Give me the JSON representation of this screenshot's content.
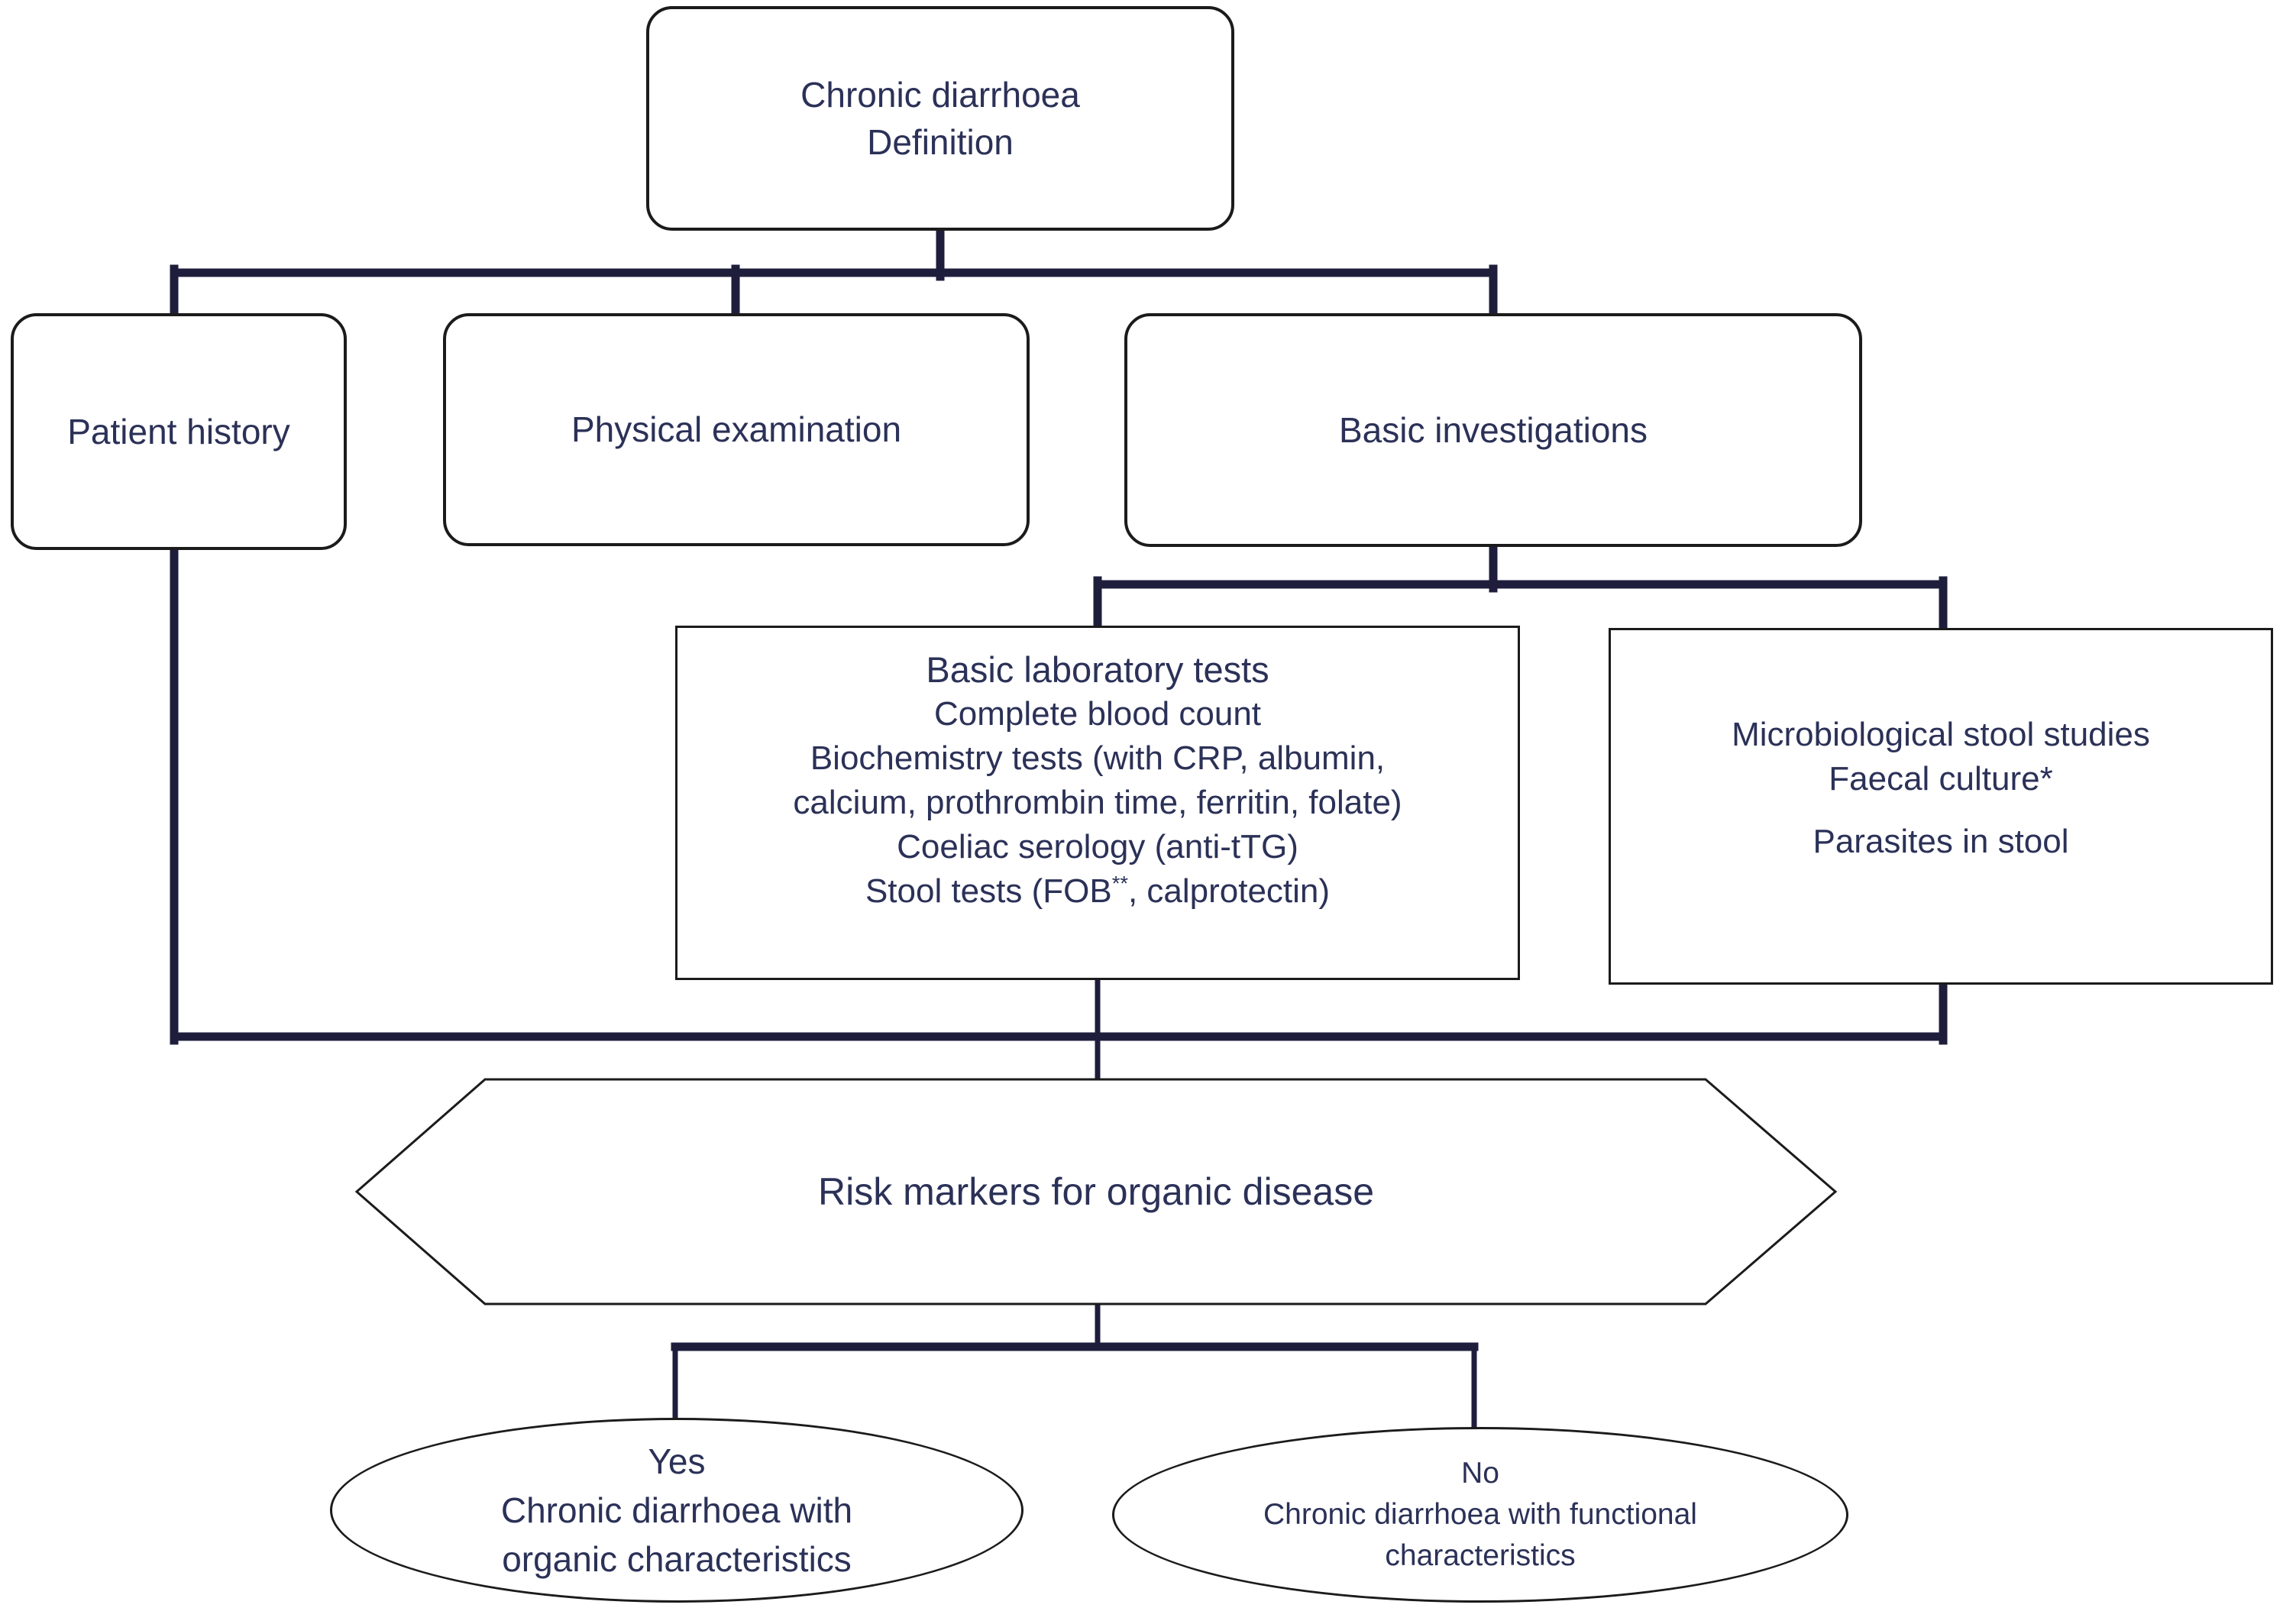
{
  "colors": {
    "line_navy": "#1e1e3c",
    "text_navy": "#2b3157",
    "border_dark": "#1b1b1b",
    "canvas_bg": "#ffffff"
  },
  "nodes": {
    "definition": {
      "line1": "Chronic diarrhoea",
      "line2": "Definition"
    },
    "patient_history": {
      "label": "Patient history"
    },
    "physical_examination": {
      "label": "Physical examination"
    },
    "basic_investigations": {
      "label": "Basic investigations"
    },
    "lab_tests": {
      "title": "Basic laboratory tests",
      "items": [
        "Complete blood count",
        "Biochemistry tests (with CRP, albumin, calcium, prothrombin time, ferritin, folate)",
        "Coeliac serology (anti-tTG)"
      ],
      "stool_line": {
        "prefix": "Stool tests (FOB",
        "sup": "**",
        "suffix": ", calprotectin)"
      }
    },
    "stool_studies": {
      "line1": "Microbiological stool studies",
      "line2": "Faecal culture*",
      "line3": "Parasites in stool"
    },
    "risk_markers": {
      "label": "Risk markers for organic disease"
    },
    "outcome_yes": {
      "line1": "Yes",
      "line2": "Chronic diarrhoea with",
      "line3": "organic characteristics"
    },
    "outcome_no": {
      "line1": "No",
      "line2": "Chronic diarrhoea with functional",
      "line3": "characteristics"
    }
  }
}
